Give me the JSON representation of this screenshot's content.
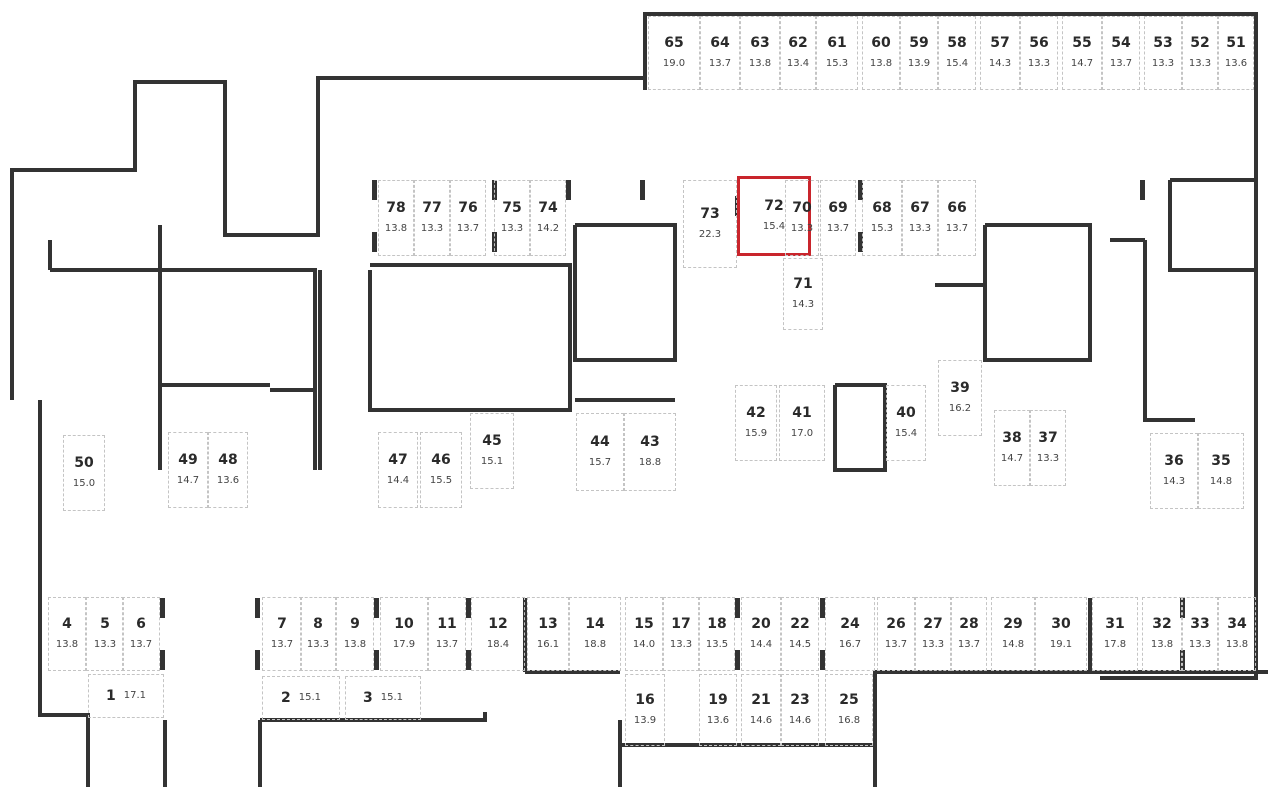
{
  "plan": {
    "highlight_color": "#c9252c",
    "wall_color": "#333333",
    "area_unit": "m²"
  },
  "spots": [
    {
      "number": "65",
      "area": "19.0"
    },
    {
      "number": "64",
      "area": "13.7"
    },
    {
      "number": "63",
      "area": "13.8"
    },
    {
      "number": "62",
      "area": "13.4"
    },
    {
      "number": "61",
      "area": "15.3"
    },
    {
      "number": "60",
      "area": "13.8"
    },
    {
      "number": "59",
      "area": "13.9"
    },
    {
      "number": "58",
      "area": "15.4"
    },
    {
      "number": "57",
      "area": "14.3"
    },
    {
      "number": "56",
      "area": "13.3"
    },
    {
      "number": "55",
      "area": "14.7"
    },
    {
      "number": "54",
      "area": "13.7"
    },
    {
      "number": "53",
      "area": "13.3"
    },
    {
      "number": "52",
      "area": "13.3"
    },
    {
      "number": "51",
      "area": "13.6"
    },
    {
      "number": "78",
      "area": "13.8"
    },
    {
      "number": "77",
      "area": "13.3"
    },
    {
      "number": "76",
      "area": "13.7"
    },
    {
      "number": "75",
      "area": "13.3"
    },
    {
      "number": "74",
      "area": "14.2"
    },
    {
      "number": "73",
      "area": "22.3"
    },
    {
      "number": "72",
      "area": "15.4",
      "highlighted": true
    },
    {
      "number": "70",
      "area": "13.3"
    },
    {
      "number": "69",
      "area": "13.7"
    },
    {
      "number": "68",
      "area": "15.3"
    },
    {
      "number": "67",
      "area": "13.3"
    },
    {
      "number": "66",
      "area": "13.7"
    },
    {
      "number": "71",
      "area": "14.3"
    },
    {
      "number": "50",
      "area": "15.0"
    },
    {
      "number": "49",
      "area": "14.7"
    },
    {
      "number": "48",
      "area": "13.6"
    },
    {
      "number": "47",
      "area": "14.4"
    },
    {
      "number": "46",
      "area": "15.5"
    },
    {
      "number": "45",
      "area": "15.1"
    },
    {
      "number": "44",
      "area": "15.7"
    },
    {
      "number": "43",
      "area": "18.8"
    },
    {
      "number": "42",
      "area": "15.9"
    },
    {
      "number": "41",
      "area": "17.0"
    },
    {
      "number": "40",
      "area": "15.4"
    },
    {
      "number": "39",
      "area": "16.2"
    },
    {
      "number": "38",
      "area": "14.7"
    },
    {
      "number": "37",
      "area": "13.3"
    },
    {
      "number": "36",
      "area": "14.3"
    },
    {
      "number": "35",
      "area": "14.8"
    },
    {
      "number": "4",
      "area": "13.8"
    },
    {
      "number": "5",
      "area": "13.3"
    },
    {
      "number": "6",
      "area": "13.7"
    },
    {
      "number": "7",
      "area": "13.7"
    },
    {
      "number": "8",
      "area": "13.3"
    },
    {
      "number": "9",
      "area": "13.8"
    },
    {
      "number": "10",
      "area": "17.9"
    },
    {
      "number": "11",
      "area": "13.7"
    },
    {
      "number": "12",
      "area": "18.4"
    },
    {
      "number": "13",
      "area": "16.1"
    },
    {
      "number": "14",
      "area": "18.8"
    },
    {
      "number": "15",
      "area": "14.0"
    },
    {
      "number": "17",
      "area": "13.3"
    },
    {
      "number": "18",
      "area": "13.5"
    },
    {
      "number": "20",
      "area": "14.4"
    },
    {
      "number": "22",
      "area": "14.5"
    },
    {
      "number": "24",
      "area": "16.7"
    },
    {
      "number": "26",
      "area": "13.7"
    },
    {
      "number": "27",
      "area": "13.3"
    },
    {
      "number": "28",
      "area": "13.7"
    },
    {
      "number": "29",
      "area": "14.8"
    },
    {
      "number": "30",
      "area": "19.1"
    },
    {
      "number": "31",
      "area": "17.8"
    },
    {
      "number": "32",
      "area": "13.8"
    },
    {
      "number": "33",
      "area": "13.3"
    },
    {
      "number": "34",
      "area": "13.8"
    },
    {
      "number": "1",
      "area": "17.1"
    },
    {
      "number": "2",
      "area": "15.1"
    },
    {
      "number": "3",
      "area": "15.1"
    },
    {
      "number": "16",
      "area": "13.9"
    },
    {
      "number": "19",
      "area": "13.6"
    },
    {
      "number": "21",
      "area": "14.6"
    },
    {
      "number": "23",
      "area": "14.6"
    },
    {
      "number": "25",
      "area": "16.8"
    }
  ]
}
